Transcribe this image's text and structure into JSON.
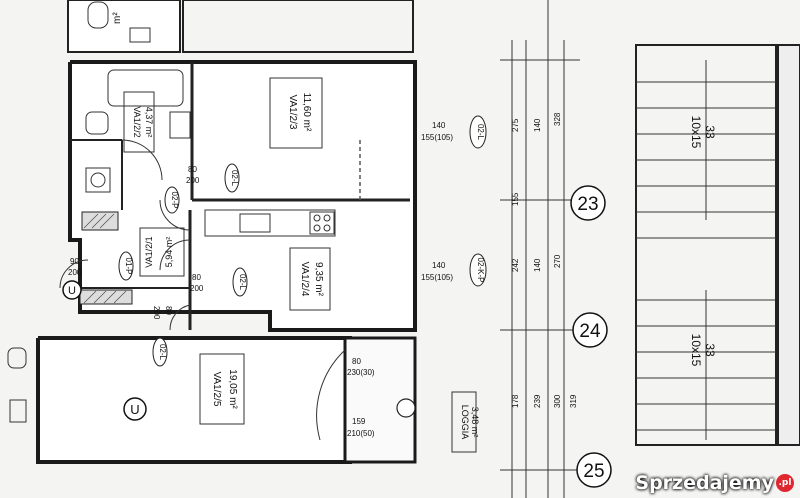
{
  "rooms": [
    {
      "id": "VA1/2/3",
      "area": "11,60 m²"
    },
    {
      "id": "VA1/2/4",
      "area": "9,35 m²"
    },
    {
      "id": "VA1/2/5",
      "area": "19,05 m²"
    },
    {
      "id": "VA1/2/2",
      "area": "4,37 m²"
    },
    {
      "id": "VA1/2/1",
      "area": "5,94 m²"
    },
    {
      "id": "LOGGIA",
      "area": "3,48 m²"
    }
  ],
  "doors": [
    {
      "w": "80",
      "h": "200"
    },
    {
      "w": "80",
      "h": "200"
    },
    {
      "w": "90",
      "h": "200"
    },
    {
      "w": "80",
      "h": "200"
    },
    {
      "w": "80",
      "h": "230(30)"
    },
    {
      "w": "159",
      "h": "210(50)"
    }
  ],
  "windows": [
    {
      "w": "140",
      "h": "155(105)",
      "tag": "02-L"
    },
    {
      "w": "140",
      "h": "155(105)",
      "tag": "02-K-P"
    }
  ],
  "door_tags": [
    "02-L",
    "02-P",
    "02-L",
    "02-L",
    "01-P"
  ],
  "axes": [
    "23",
    "24",
    "25"
  ],
  "dims_left": [
    "275",
    "155",
    "242",
    "178"
  ],
  "dims_mid": [
    "140",
    "140",
    "239"
  ],
  "dims_right": [
    "328",
    "270",
    "300",
    "319"
  ],
  "stairs": [
    "10x15",
    "33",
    "10x15",
    "33"
  ],
  "top_room_area": "m²",
  "watermark": {
    "text": "Sprzedajemy",
    "badge": ".pl"
  }
}
